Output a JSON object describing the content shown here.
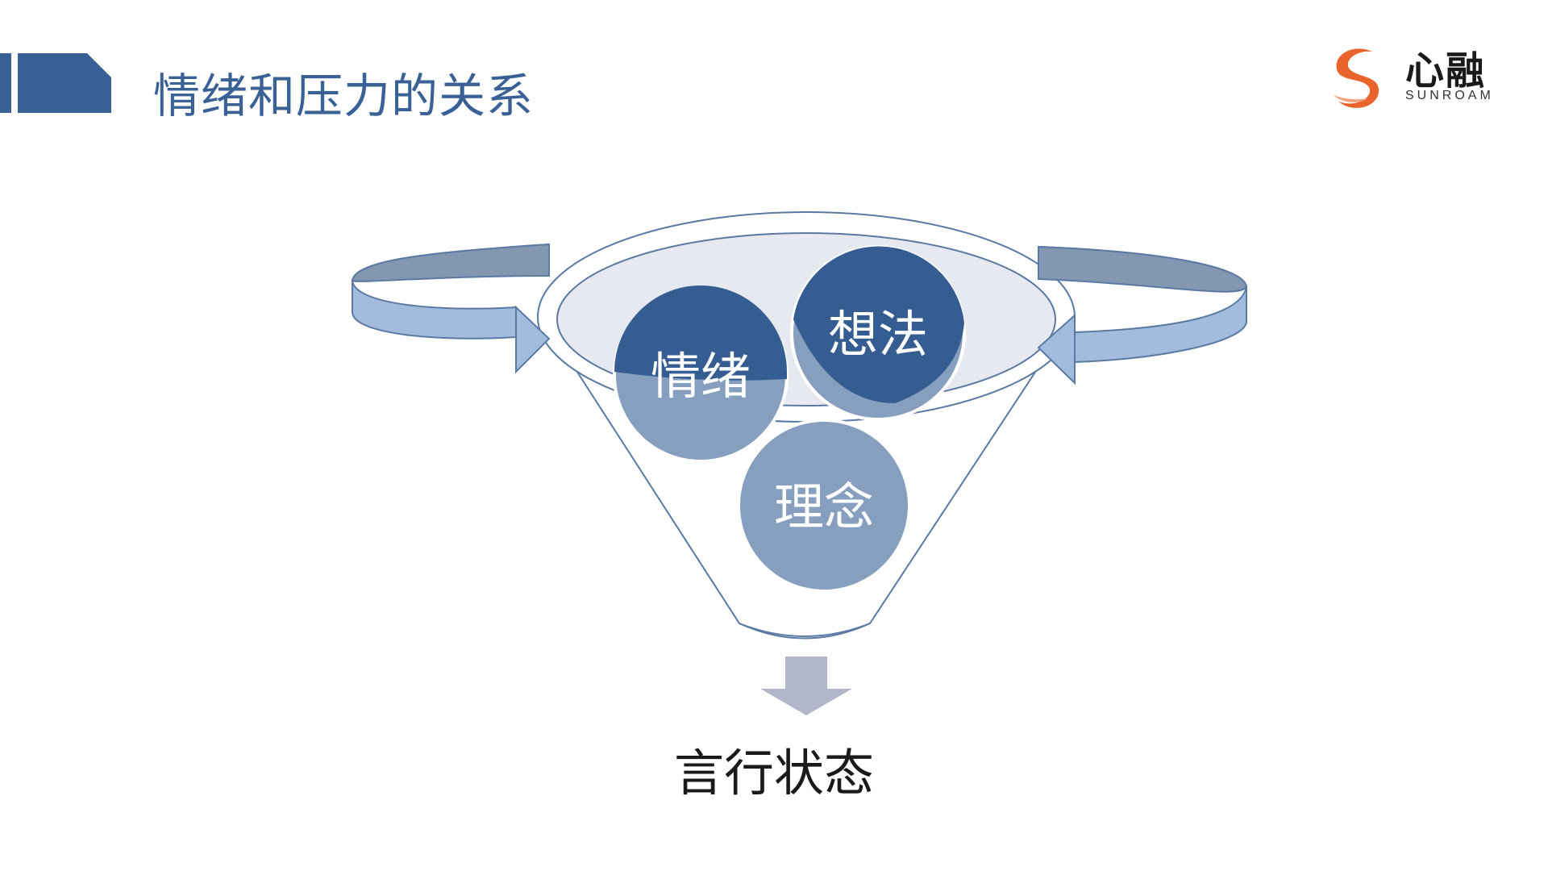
{
  "title": "情绪和压力的关系",
  "logo": {
    "name_cn": "心融",
    "name_en": "SUNROAM",
    "colors": {
      "swirl": "#e8642c",
      "text": "#1a1a1a"
    }
  },
  "diagram": {
    "circles": {
      "emotion": "情绪",
      "thought": "想法",
      "belief": "理念"
    },
    "output": "言行状态"
  },
  "colors": {
    "accent": "#3a6196",
    "circle_dark": "#355d91",
    "circle_light": "#879fbe",
    "arrow_band": "#a3bbdc",
    "arrow_band_top": "#8497b0",
    "down_arrow": "#b1b7c9"
  }
}
